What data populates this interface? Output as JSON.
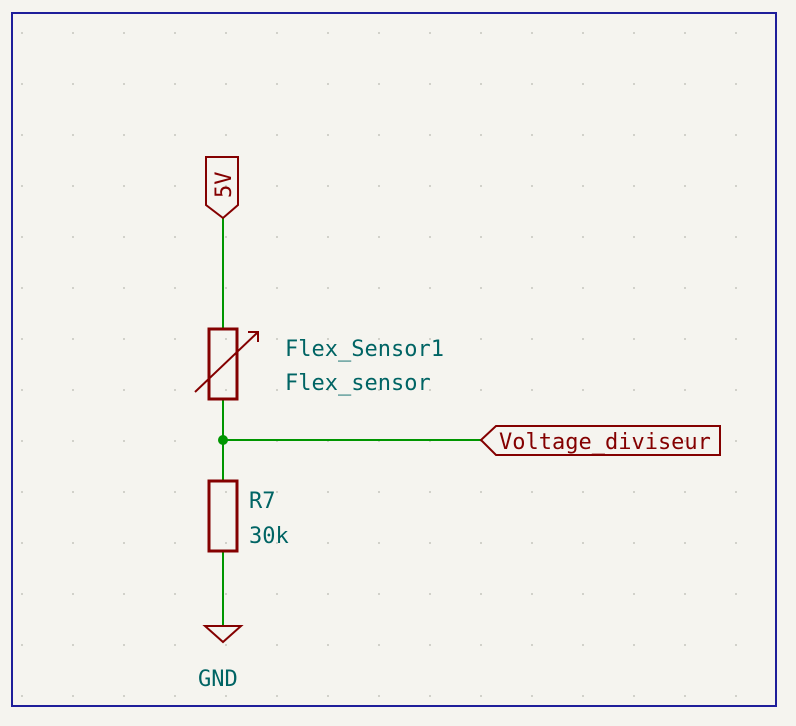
{
  "colors": {
    "background": "#f5f4ef",
    "frame": "#1e1e9a",
    "wire": "#009600",
    "symbol": "#840000",
    "text": "#006464",
    "grid_dot": "#b8b8b0"
  },
  "power": {
    "label": "5V"
  },
  "flex_sensor": {
    "reference": "Flex_Sensor1",
    "value": "Flex_sensor"
  },
  "resistor": {
    "reference": "R7",
    "value": "30k"
  },
  "net_label": {
    "text": "Voltage_diviseur"
  },
  "ground": {
    "label": "GND"
  }
}
